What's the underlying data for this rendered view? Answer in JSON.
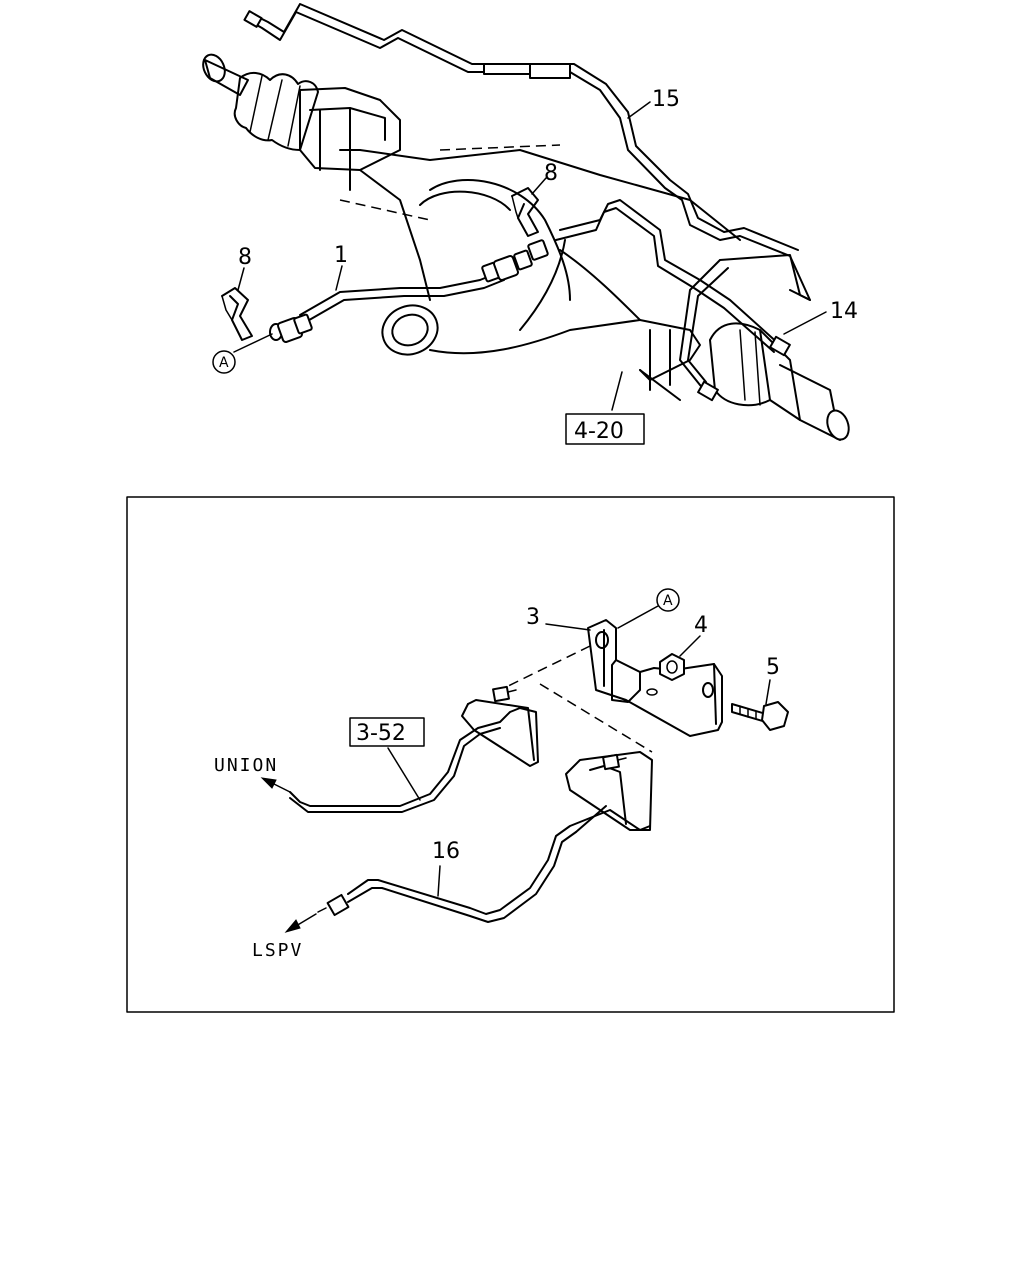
{
  "labels": {
    "p1": "1",
    "p8_left": "8",
    "p8_center": "8",
    "p14": "14",
    "p15": "15",
    "p3": "3",
    "p4": "4",
    "p5": "5",
    "p16": "16",
    "ref_4_20": "4-20",
    "ref_3_52": "3-52",
    "mark_a_top": "A",
    "mark_a_inset": "A",
    "union": "UNION",
    "lspv": "LSPV"
  }
}
